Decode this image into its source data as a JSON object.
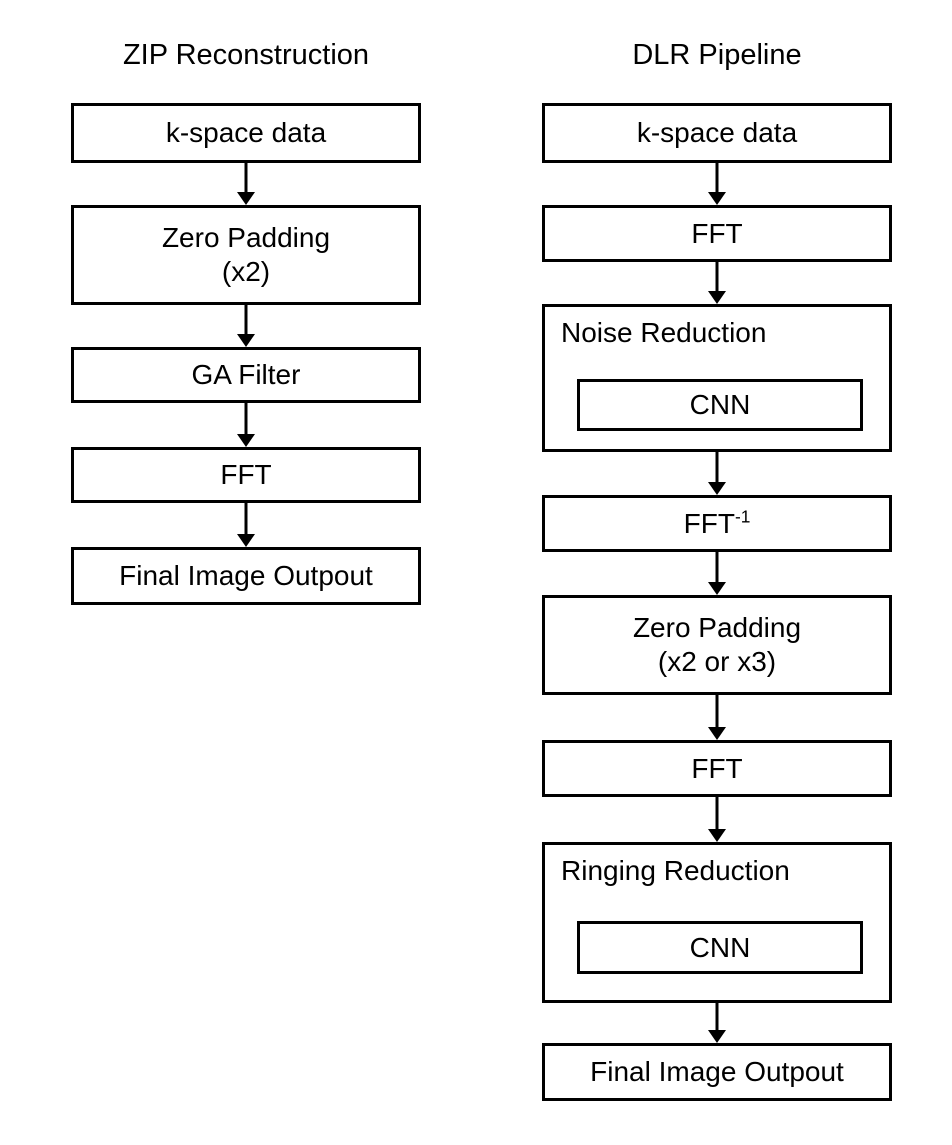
{
  "diagram": {
    "title_left": "ZIP Reconstruction",
    "title_right": "DLR Pipeline",
    "background_color": "#ffffff",
    "stroke_color": "#000000",
    "text_color": "#000000"
  },
  "columns": [
    {
      "id": "zip",
      "title": "ZIP Reconstruction",
      "nodes": [
        {
          "id": "zip-kspace",
          "label": "k-space data",
          "sublabel": ""
        },
        {
          "id": "zip-zeropad",
          "label": "Zero Padding",
          "sublabel": "(x2)"
        },
        {
          "id": "zip-gafilter",
          "label": "GA Filter",
          "sublabel": ""
        },
        {
          "id": "zip-fft",
          "label": "FFT",
          "sublabel": ""
        },
        {
          "id": "zip-output",
          "label": "Final Image Outpout",
          "sublabel": ""
        }
      ]
    },
    {
      "id": "dlr",
      "title": "DLR Pipeline",
      "nodes": [
        {
          "id": "dlr-kspace",
          "label": "k-space data",
          "sublabel": ""
        },
        {
          "id": "dlr-fft1",
          "label": "FFT",
          "sublabel": ""
        },
        {
          "id": "dlr-noise",
          "label": "Noise Reduction",
          "sublabel": "",
          "inner_label": "CNN"
        },
        {
          "id": "dlr-ifft",
          "label": "FFT",
          "superscript": "-1",
          "sublabel": ""
        },
        {
          "id": "dlr-zeropad",
          "label": "Zero Padding",
          "sublabel": "(x2 or x3)"
        },
        {
          "id": "dlr-fft2",
          "label": "FFT",
          "sublabel": ""
        },
        {
          "id": "dlr-ringing",
          "label": "Ringing Reduction",
          "sublabel": "",
          "inner_label": "CNN"
        },
        {
          "id": "dlr-output",
          "label": "Final Image Outpout",
          "sublabel": ""
        }
      ]
    }
  ]
}
